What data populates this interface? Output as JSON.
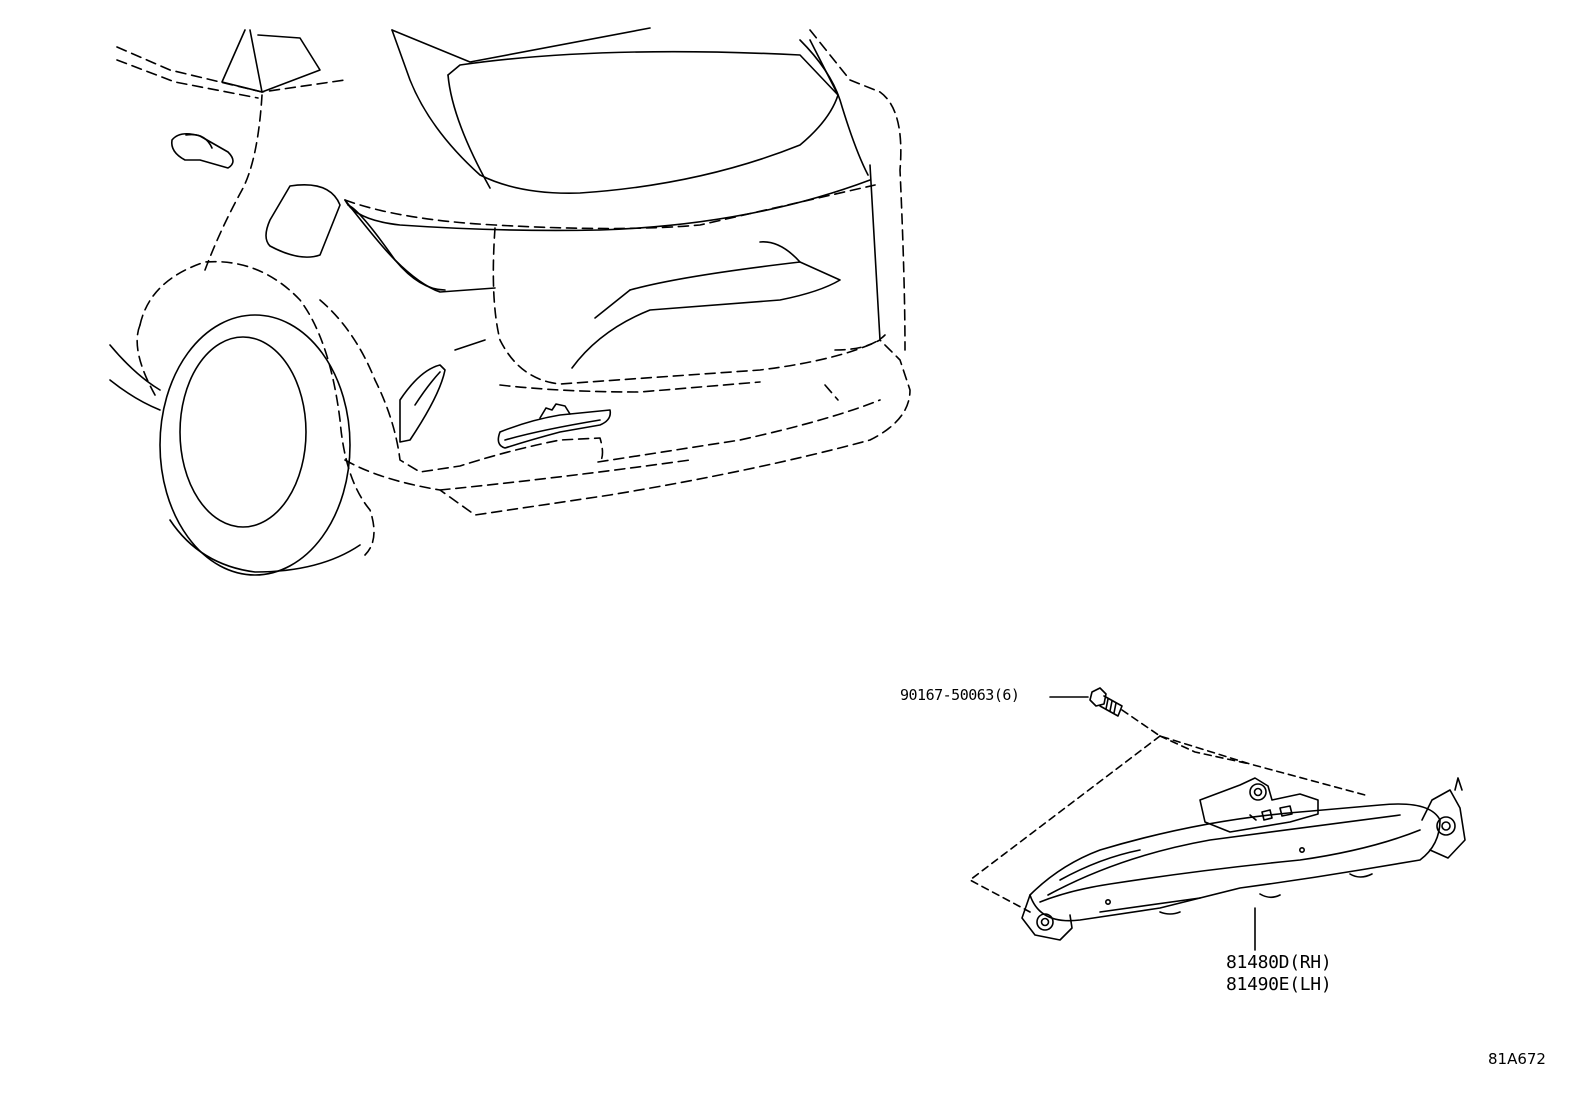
{
  "diagram": {
    "callouts": {
      "bolt": "90167-50063(6)",
      "reflector_rh": "81480D(RH)",
      "reflector_lh": "81490E(LH)"
    },
    "illustration_code": "81A672",
    "line_color": "#000000",
    "background_color": "#ffffff"
  }
}
